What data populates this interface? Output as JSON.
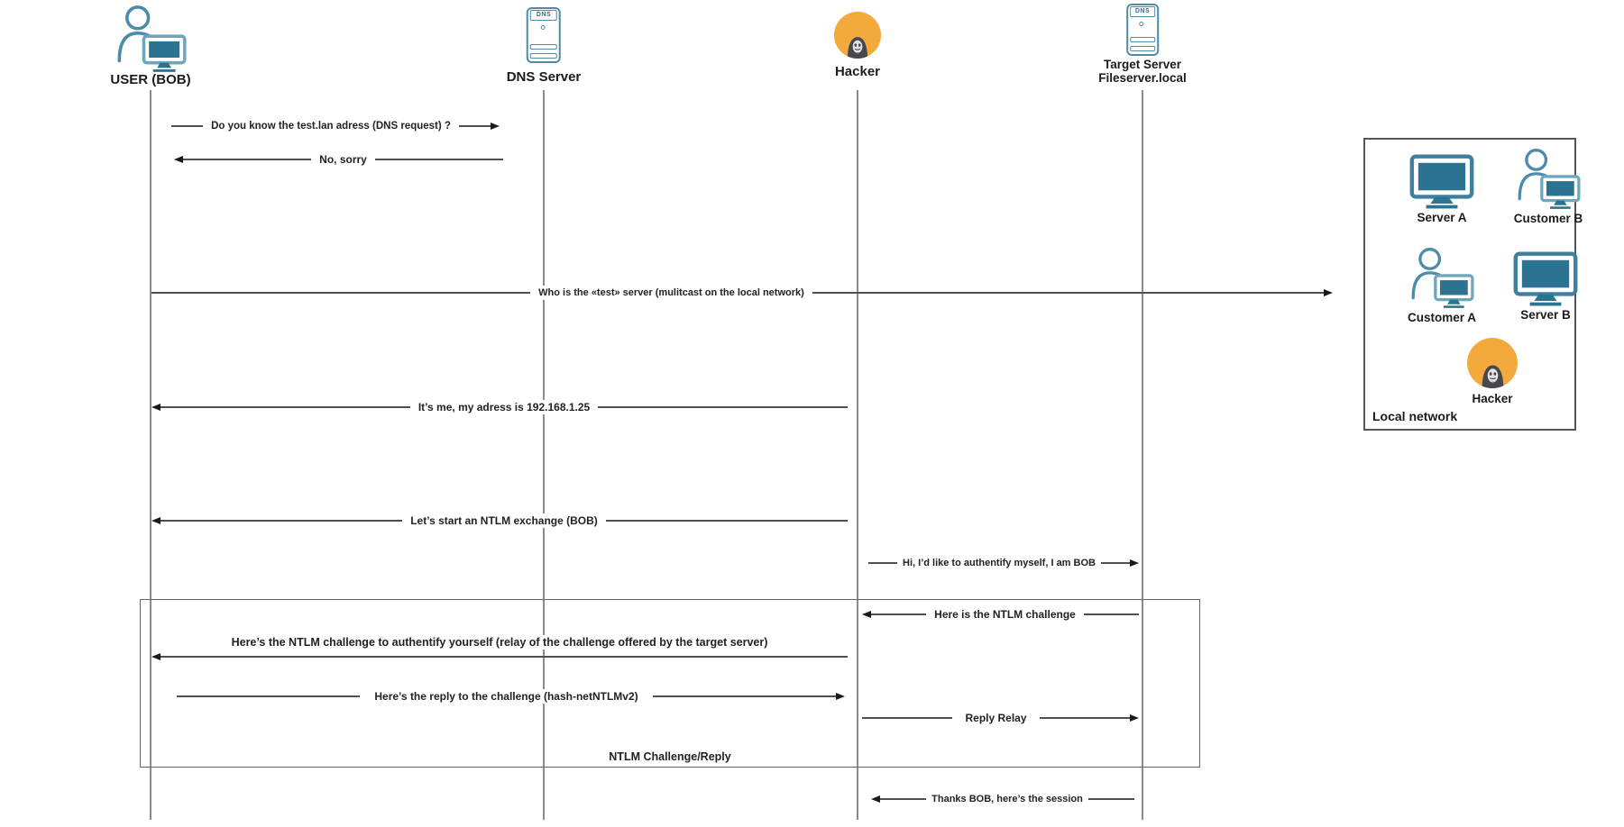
{
  "actors": [
    {
      "name": "USER (BOB)",
      "icon": "person-computer-icon"
    },
    {
      "name": "DNS Server",
      "icon": "server-tower-icon",
      "badge": "DNS"
    },
    {
      "name": "Hacker",
      "icon": "hacker-icon"
    },
    {
      "name": "Target Server",
      "name2": "Fileserver.local",
      "icon": "server-tower-icon",
      "badge": "DNS"
    }
  ],
  "messages": [
    {
      "from": "USER (BOB)",
      "to": "DNS Server",
      "direction": "right",
      "label": "Do you know the test.lan adress (DNS request) ?"
    },
    {
      "from": "DNS Server",
      "to": "USER (BOB)",
      "direction": "left",
      "label": "No, sorry"
    },
    {
      "from": "USER (BOB)",
      "to": "Local network",
      "direction": "right",
      "label": "Who is the «test» server (mulitcast on the local network)"
    },
    {
      "from": "Hacker",
      "to": "USER (BOB)",
      "direction": "left",
      "label": "It’s me, my adress is 192.168.1.25"
    },
    {
      "from": "Hacker",
      "to": "USER (BOB)",
      "direction": "left",
      "label": "Let’s start an NTLM exchange (BOB)"
    },
    {
      "from": "Hacker",
      "to": "Target Server",
      "direction": "right",
      "label": "Hi, I’d like to authentify myself, I am BOB"
    },
    {
      "from": "Target Server",
      "to": "Hacker",
      "direction": "left",
      "label": "Here is the NTLM challenge"
    },
    {
      "from": "Hacker",
      "to": "USER (BOB)",
      "direction": "left",
      "label": "Here’s the NTLM challenge to authentify yourself (relay of the challenge offered by the target server)"
    },
    {
      "from": "USER (BOB)",
      "to": "Hacker",
      "direction": "right",
      "label": "Here’s the reply to the challenge (hash-netNTLMv2)"
    },
    {
      "from": "Hacker",
      "to": "Target Server",
      "direction": "right",
      "label": "Reply Relay"
    },
    {
      "from": "Target Server",
      "to": "Hacker",
      "direction": "left",
      "label": "Thanks BOB, here’s the session"
    }
  ],
  "group_box": {
    "label": "NTLM Challenge/Reply"
  },
  "local_network": {
    "label": "Local network",
    "nodes": [
      {
        "name": "Server A",
        "icon": "monitor-icon"
      },
      {
        "name": "Customer B",
        "icon": "person-computer-icon"
      },
      {
        "name": "Customer A",
        "icon": "person-computer-icon"
      },
      {
        "name": "Server B",
        "icon": "monitor-icon"
      },
      {
        "name": "Hacker",
        "icon": "hacker-icon"
      }
    ]
  },
  "colors": {
    "icon_teal": "#4c8ca8",
    "icon_teal_dark": "#2c7291",
    "monitor_frame_teal": "#3d7f9c",
    "hacker_orange": "#f4a93d",
    "hacker_figure_gray": "#47474f",
    "arrow_black": "#1a1a1a",
    "message_line_gray": "#4f4f4f",
    "lifeline_gray": "#8a8a8a",
    "box_border_gray": "#666666"
  }
}
